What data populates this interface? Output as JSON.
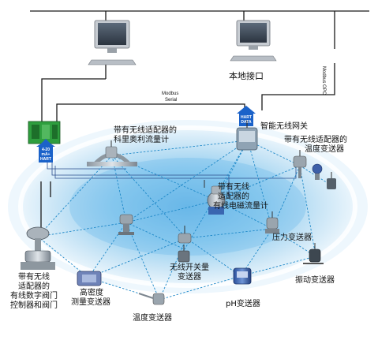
{
  "labels": {
    "local_interface": "本地接口",
    "gateway": "智能无线网关",
    "coriolis": [
      "带有无线适配器的",
      "科里奥利流量计"
    ],
    "temp_tx_adapter": [
      "带有无线适配器的",
      "温度变送器"
    ],
    "em_flow": [
      "带有无线",
      "适配器的",
      "有线电磁流量计"
    ],
    "pressure_tx": "压力变送器",
    "switch_tx": [
      "无线开关量",
      "变送器"
    ],
    "valve": [
      "带有无线",
      "适配器的",
      "有线数字阀门",
      "控制器和阀门"
    ],
    "density_tx": [
      "高密度",
      "测量变送器"
    ],
    "temp_tx": "温度变送器",
    "ph_tx": "pH变送器",
    "vibration_tx": "振动变送器"
  },
  "bus_labels": {
    "modbus_serial": [
      "Modbus",
      "Serial"
    ],
    "modbus_opc": "Modbus OPC",
    "hart_data": [
      "HART",
      "DATA"
    ],
    "ma_hart": [
      "4-20",
      "mA+",
      "HART"
    ]
  },
  "colors": {
    "mesh_line": "#1e88c8",
    "ellipse_outer": "#d8ecf8",
    "ellipse_inner": "#7fc0ea",
    "bus_line": "#1a1a1a",
    "controller": "#2e9e3e",
    "arrow_blue": "#1b62c9"
  },
  "icons": [
    "monitor-icon",
    "monitor-icon",
    "controller-icon",
    "gateway-icon",
    "coriolis-meter-icon",
    "temperature-transmitter-icon",
    "magnetic-flowmeter-icon",
    "pressure-transmitter-icon",
    "switch-transmitter-icon",
    "valve-icon",
    "density-transmitter-icon",
    "ph-transmitter-icon",
    "vibration-transmitter-icon"
  ]
}
